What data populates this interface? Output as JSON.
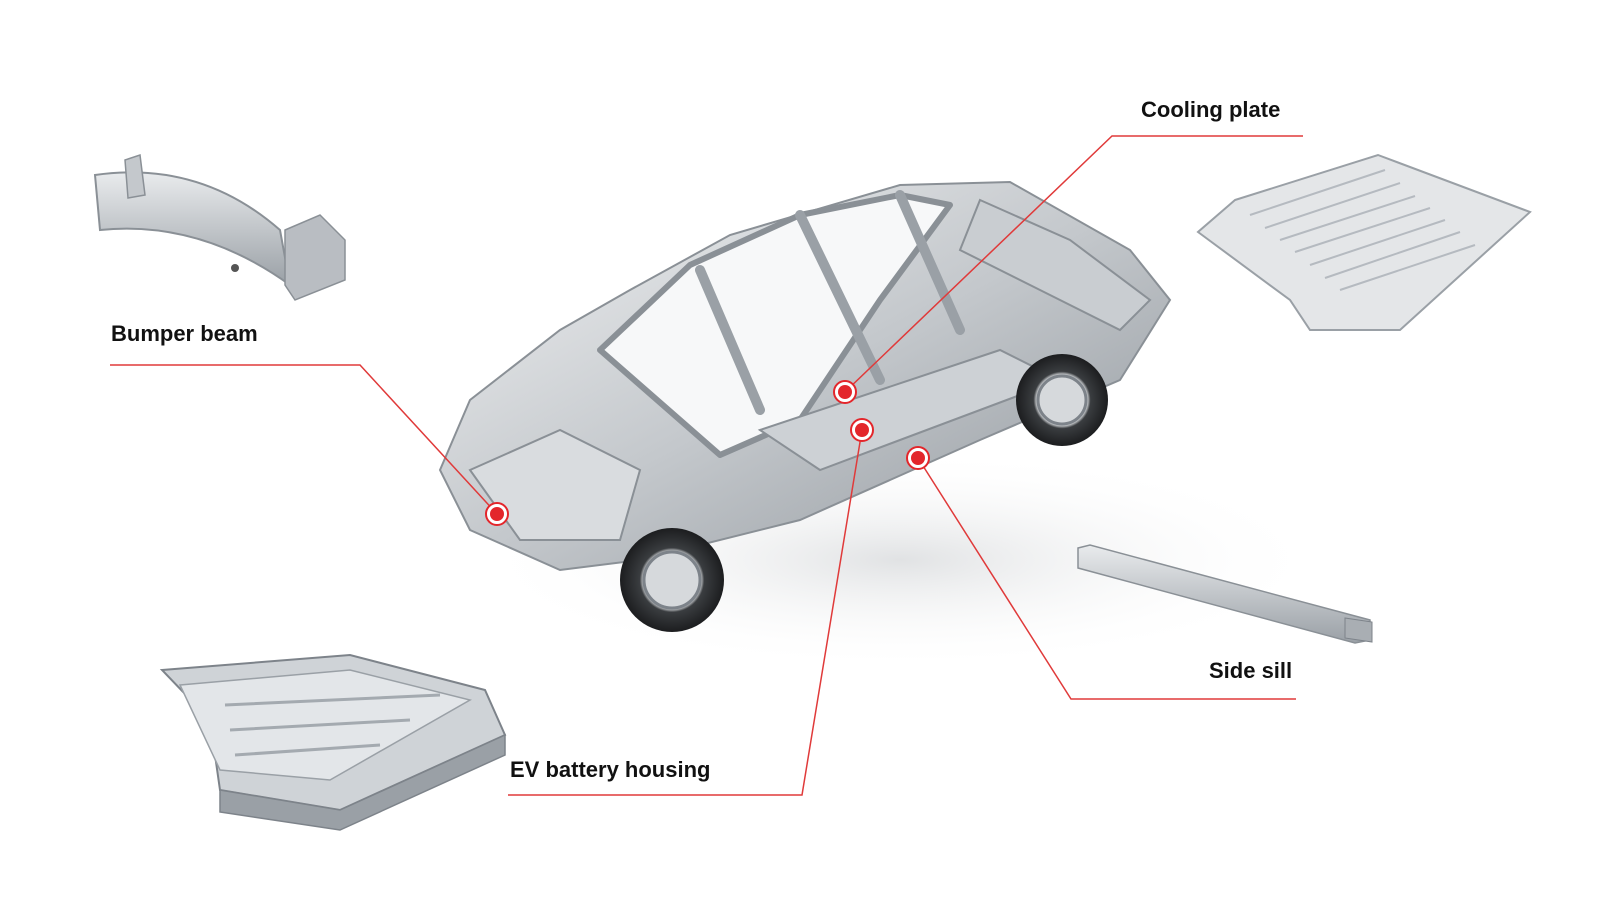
{
  "labels": {
    "bumper_beam": "Bumper beam",
    "cooling_plate": "Cooling plate",
    "side_sill": "Side sill",
    "ev_battery_housing": "EV battery housing"
  },
  "colors": {
    "callout_line": "#e03a3a",
    "marker_fill": "#e3262b",
    "marker_ring": "#e3262b",
    "metal_light": "#e6e8ea",
    "metal_mid": "#b9bdc2",
    "metal_dark": "#7d838a",
    "label_text": "#111111"
  }
}
